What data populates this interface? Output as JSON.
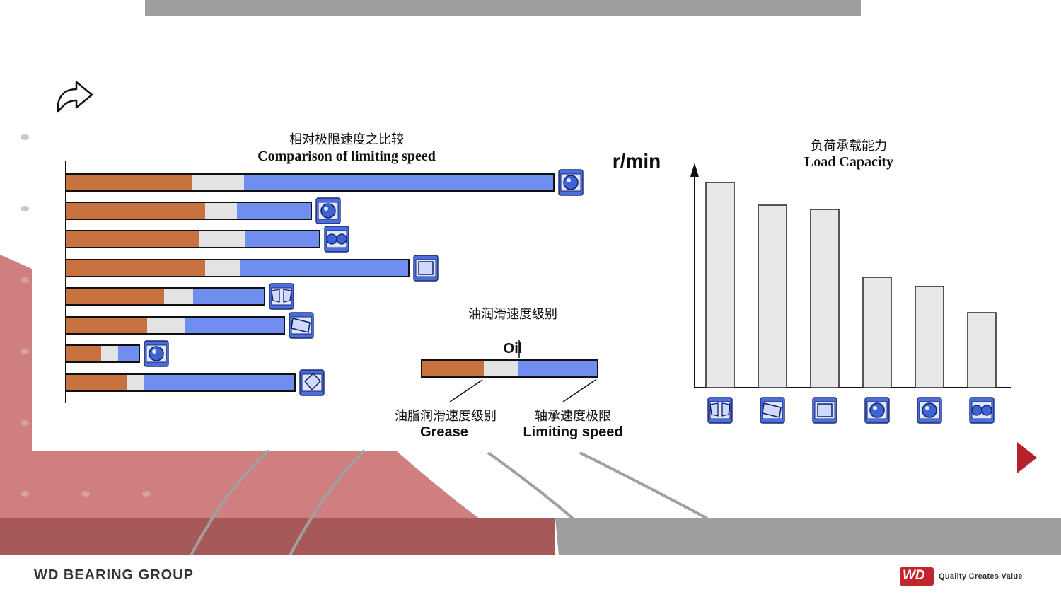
{
  "footer": {
    "company": "WD BEARING GROUP",
    "logo_text": "WD",
    "tagline": "Quality Creates Value"
  },
  "icons": {
    "share": "share-arrow-icon",
    "next": "next-slide-icon"
  },
  "colors": {
    "grease": "#c8733f",
    "oil": "#e3e3e3",
    "limit": "#6f8ef0",
    "bearing_blue": "#4a6ee0",
    "load_bar": "#e8e8e8",
    "brand_red": "#c0262d"
  },
  "chart_data": [
    {
      "type": "bar",
      "orientation": "horizontal",
      "title_zh": "相对极限速度之比较",
      "title": "Comparison of limiting speed",
      "unit_label": "r/min",
      "series": [
        {
          "name_zh": "油脂润滑速度级别",
          "name": "Grease",
          "values": [
            178,
            197,
            188,
            197,
            139,
            115,
            50,
            86
          ]
        },
        {
          "name_zh": "油润滑速度级别",
          "name": "Oil",
          "values": [
            252,
            242,
            254,
            246,
            180,
            169,
            74,
            111
          ]
        },
        {
          "name_zh": "轴承速度极限",
          "name": "Limiting speed",
          "values": [
            690,
            347,
            359,
            485,
            281,
            309,
            104,
            324
          ]
        }
      ],
      "categories": [
        "deep-groove-ball-bearing-icon",
        "deep-groove-ball-bearing-icon",
        "double-row-ball-bearing-icon",
        "cylindrical-roller-bearing-icon",
        "spherical-roller-bearing-icon",
        "tapered-roller-bearing-icon",
        "thrust-ball-bearing-icon",
        "angular-contact-roller-bearing-icon"
      ],
      "legend": {
        "oil_zh": "油润滑速度级别",
        "oil": "Oil",
        "grease_zh": "油脂润滑速度级别",
        "grease": "Grease",
        "limit_zh": "轴承速度极限",
        "limit": "Limiting speed",
        "values": [
          88,
          137,
          249
        ]
      }
    },
    {
      "type": "bar",
      "title_zh": "负荷承载能力",
      "title": "Load Capacity",
      "categories": [
        "spherical-roller-bearing-icon",
        "tapered-roller-bearing-icon",
        "cylindrical-roller-bearing-icon",
        "deep-groove-ball-bearing-icon",
        "deep-groove-ball-bearing-icon",
        "double-row-ball-bearing-icon"
      ],
      "values": [
        290,
        258,
        252,
        156,
        143,
        106
      ],
      "ylim": [
        0,
        310
      ]
    }
  ]
}
